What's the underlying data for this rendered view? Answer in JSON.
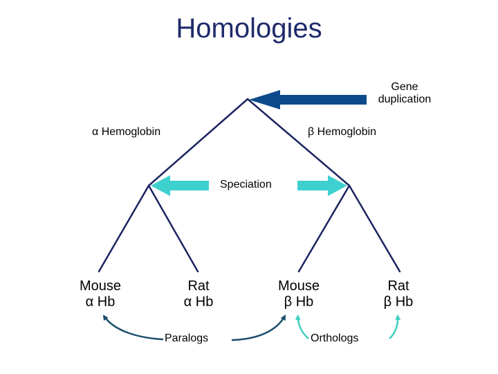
{
  "title": "Homologies",
  "colors": {
    "tree": "#1b2360",
    "duplication_arrow": "#0d4a8c",
    "speciation_arrow": "#3ecfcf",
    "paralog_arc": "#1c4e6e",
    "ortholog_arc": "#3ecfbe",
    "title": "#1f2a6b"
  },
  "annotations": {
    "gene_duplication_line1": "Gene",
    "gene_duplication_line2": "duplication",
    "speciation": "Speciation",
    "paralogs": "Paralogs",
    "orthologs": "Orthologs"
  },
  "clades": {
    "alpha": {
      "symbol": "α",
      "label": "Hemoglobin"
    },
    "beta": {
      "symbol": "β",
      "label": "Hemoglobin"
    }
  },
  "leaves": [
    {
      "species": "Mouse",
      "gene": "α Hb"
    },
    {
      "species": "Rat",
      "gene": "α Hb"
    },
    {
      "species": "Mouse",
      "gene": "β Hb"
    },
    {
      "species": "Rat",
      "gene": "β Hb"
    }
  ]
}
